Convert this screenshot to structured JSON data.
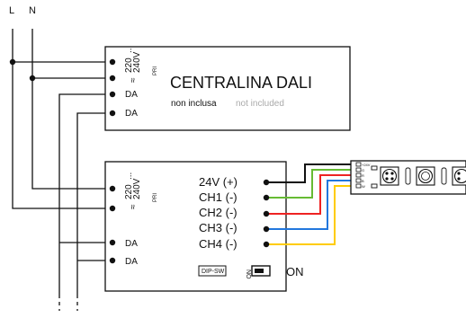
{
  "lines": {
    "L": "L",
    "N": "N"
  },
  "colors": {
    "wire": "#111111",
    "ch1": "#66bb33",
    "ch2": "#ee2222",
    "ch3": "#2277dd",
    "ch4": "#ffcc00",
    "muted_text": "#aaaaaa"
  },
  "dali_unit": {
    "title": "CENTRALINA DALI",
    "subtitle_it": "non inclusa",
    "subtitle_en": "not included",
    "pri": "PRI",
    "voltage_ac": "≈",
    "voltage_value": "220",
    "voltage_range": "240V",
    "ellipsis": "...",
    "terminals": [
      "DA",
      "DA"
    ]
  },
  "driver": {
    "pri": "PRI",
    "voltage_ac": "≈",
    "voltage_value": "220",
    "voltage_range": "240V",
    "ellipsis": "...",
    "dali_terminals": [
      "DA",
      "DA"
    ],
    "outputs": [
      "24V (+)",
      "CH1 (-)",
      "CH2 (-)",
      "CH3 (-)",
      "CH4 (-)"
    ],
    "dip_label": "DIP-SW",
    "no_label": "NO",
    "on_label": "ON"
  },
  "strip": {
    "pin_labels": [
      "+24V",
      "G",
      "R",
      "B",
      "W"
    ]
  }
}
